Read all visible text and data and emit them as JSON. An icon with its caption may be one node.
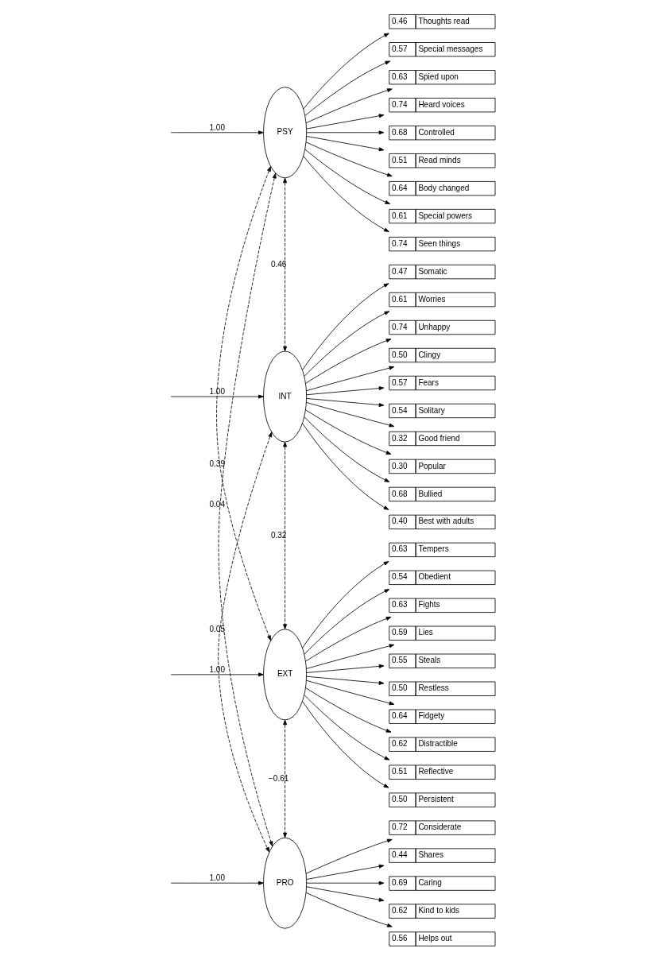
{
  "diagram": {
    "nodes": [
      {
        "text": [
          "PSY"
        ]
      },
      {
        "text": [
          "0.46",
          "Thoughts read"
        ]
      },
      {
        "text": [
          "0.57",
          "Special messages"
        ]
      },
      {
        "text": [
          "0.63",
          "Spied upon"
        ]
      },
      {
        "text": [
          "0.74",
          "Heard voices"
        ]
      },
      {
        "text": [
          "0.68",
          "Controlled"
        ]
      },
      {
        "text": [
          "0.51",
          "Read minds"
        ]
      },
      {
        "text": [
          "0.64",
          "Body changed"
        ]
      },
      {
        "text": [
          "0.61",
          "Special powers"
        ]
      },
      {
        "text": [
          "0.74",
          "Seen things"
        ]
      },
      {
        "text": [
          "INT"
        ]
      },
      {
        "text": [
          "0.47",
          "Somatic"
        ]
      },
      {
        "text": [
          "0.61",
          "Worries"
        ]
      },
      {
        "text": [
          "0.74",
          "Unhappy"
        ]
      },
      {
        "text": [
          "0.50",
          "Clingy"
        ]
      },
      {
        "text": [
          "0.57",
          "Fears"
        ]
      },
      {
        "text": [
          "0.54",
          "Solitary"
        ]
      },
      {
        "text": [
          "0.32",
          "Good friend"
        ]
      },
      {
        "text": [
          "0.30",
          "Popular"
        ]
      },
      {
        "text": [
          "0.68",
          "Bullied"
        ]
      },
      {
        "text": [
          "0.40",
          "Best with adults"
        ]
      },
      {
        "text": [
          "EXT"
        ]
      },
      {
        "text": [
          "0.63",
          "Tempers"
        ]
      },
      {
        "text": [
          "0.54",
          "Obedient"
        ]
      },
      {
        "text": [
          "0.63",
          "Fights"
        ]
      },
      {
        "text": [
          "0.59",
          "Lies"
        ]
      },
      {
        "text": [
          "0.55",
          "Steals"
        ]
      },
      {
        "text": [
          "0.50",
          "Restless"
        ]
      },
      {
        "text": [
          "0.64",
          "Fidgety"
        ]
      },
      {
        "text": [
          "0.62",
          "Distractible"
        ]
      },
      {
        "text": [
          "0.51",
          "Reflective"
        ]
      },
      {
        "text": [
          "0.50",
          "Persistent"
        ]
      },
      {
        "text": [
          "PRO"
        ]
      },
      {
        "text": [
          "0.72",
          "Considerate"
        ]
      },
      {
        "text": [
          "0.44",
          "Shares"
        ]
      },
      {
        "text": [
          "0.69",
          "Caring"
        ]
      },
      {
        "text": [
          "0.62",
          "Kind to kids"
        ]
      },
      {
        "text": [
          "0.56",
          "Helps out"
        ]
      }
    ],
    "edges": [
      {
        "from": null,
        "to": 0,
        "arrow": "to",
        "label": "1.00"
      },
      {
        "from": 0,
        "to": 1,
        "arrow": "to"
      },
      {
        "from": 0,
        "to": 2,
        "arrow": "to"
      },
      {
        "from": 0,
        "to": 3,
        "arrow": "to"
      },
      {
        "from": 0,
        "to": 4,
        "arrow": "to"
      },
      {
        "from": 0,
        "to": 5,
        "arrow": "to"
      },
      {
        "from": 0,
        "to": 6,
        "arrow": "to"
      },
      {
        "from": 0,
        "to": 7,
        "arrow": "to"
      },
      {
        "from": 0,
        "to": 8,
        "arrow": "to"
      },
      {
        "from": 0,
        "to": 9,
        "arrow": "to"
      },
      {
        "from": null,
        "to": 10,
        "arrow": "to",
        "label": "1.00"
      },
      {
        "from": 10,
        "to": 11,
        "arrow": "to"
      },
      {
        "from": 10,
        "to": 12,
        "arrow": "to"
      },
      {
        "from": 10,
        "to": 13,
        "arrow": "to"
      },
      {
        "from": 10,
        "to": 14,
        "arrow": "to"
      },
      {
        "from": 10,
        "to": 15,
        "arrow": "to"
      },
      {
        "from": 10,
        "to": 16,
        "arrow": "to"
      },
      {
        "from": 10,
        "to": 17,
        "arrow": "to"
      },
      {
        "from": 10,
        "to": 18,
        "arrow": "to"
      },
      {
        "from": 10,
        "to": 19,
        "arrow": "to"
      },
      {
        "from": 10,
        "to": 20,
        "arrow": "to"
      },
      {
        "from": null,
        "to": 21,
        "arrow": "to",
        "label": "1.00"
      },
      {
        "from": 21,
        "to": 22,
        "arrow": "to"
      },
      {
        "from": 21,
        "to": 23,
        "arrow": "to"
      },
      {
        "from": 21,
        "to": 24,
        "arrow": "to"
      },
      {
        "from": 21,
        "to": 25,
        "arrow": "to"
      },
      {
        "from": 21,
        "to": 26,
        "arrow": "to"
      },
      {
        "from": 21,
        "to": 27,
        "arrow": "to"
      },
      {
        "from": 21,
        "to": 28,
        "arrow": "to"
      },
      {
        "from": 21,
        "to": 29,
        "arrow": "to"
      },
      {
        "from": 21,
        "to": 30,
        "arrow": "to"
      },
      {
        "from": 21,
        "to": 31,
        "arrow": "to"
      },
      {
        "from": null,
        "to": 32,
        "arrow": "to",
        "label": "1.00"
      },
      {
        "from": 32,
        "to": 33,
        "arrow": "to"
      },
      {
        "from": 32,
        "to": 34,
        "arrow": "to"
      },
      {
        "from": 32,
        "to": 35,
        "arrow": "to"
      },
      {
        "from": 32,
        "to": 36,
        "arrow": "to"
      },
      {
        "from": 32,
        "to": 37,
        "arrow": "to"
      },
      {
        "from": 0,
        "to": 10,
        "arrow": "both",
        "label": "0.46",
        "style": "dashed"
      },
      {
        "from": 0,
        "to": 21,
        "arrow": "both",
        "label": "0.39",
        "style": "dashed"
      },
      {
        "from": 0,
        "to": 32,
        "arrow": "both",
        "label": "0.04",
        "style": "dashed"
      },
      {
        "from": 10,
        "to": 21,
        "arrow": "both",
        "label": "0.32",
        "style": "dashed"
      },
      {
        "from": 10,
        "to": 32,
        "arrow": "both",
        "label": "0.05",
        "style": "dashed"
      },
      {
        "from": 21,
        "to": 32,
        "arrow": "both",
        "label": "−0.61",
        "style": "dashed"
      }
    ]
  }
}
